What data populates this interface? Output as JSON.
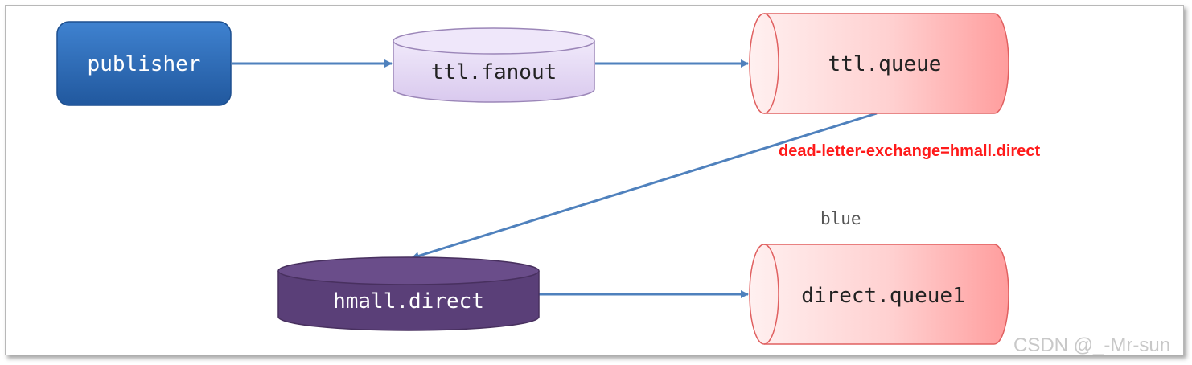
{
  "nodes": {
    "publisher": {
      "label": "publisher"
    },
    "ttl_fanout": {
      "label": "ttl.fanout"
    },
    "ttl_queue": {
      "label": "ttl.queue"
    },
    "hmall_direct": {
      "label": "hmall.direct"
    },
    "direct_queue1": {
      "label": "direct.queue1"
    }
  },
  "edges": {
    "dead_letter_label": "dead-letter-exchange=hmall.direct",
    "routing_key_label": "blue"
  },
  "watermark": "CSDN @_-Mr-sun",
  "colors": {
    "publisher": "#2f6fba",
    "fanout": "#e2d6f2",
    "queue": "#ffc4c4",
    "direct_exchange": "#5a3f78",
    "arrow": "#4f81bd",
    "label_red": "#ff1a1a"
  }
}
